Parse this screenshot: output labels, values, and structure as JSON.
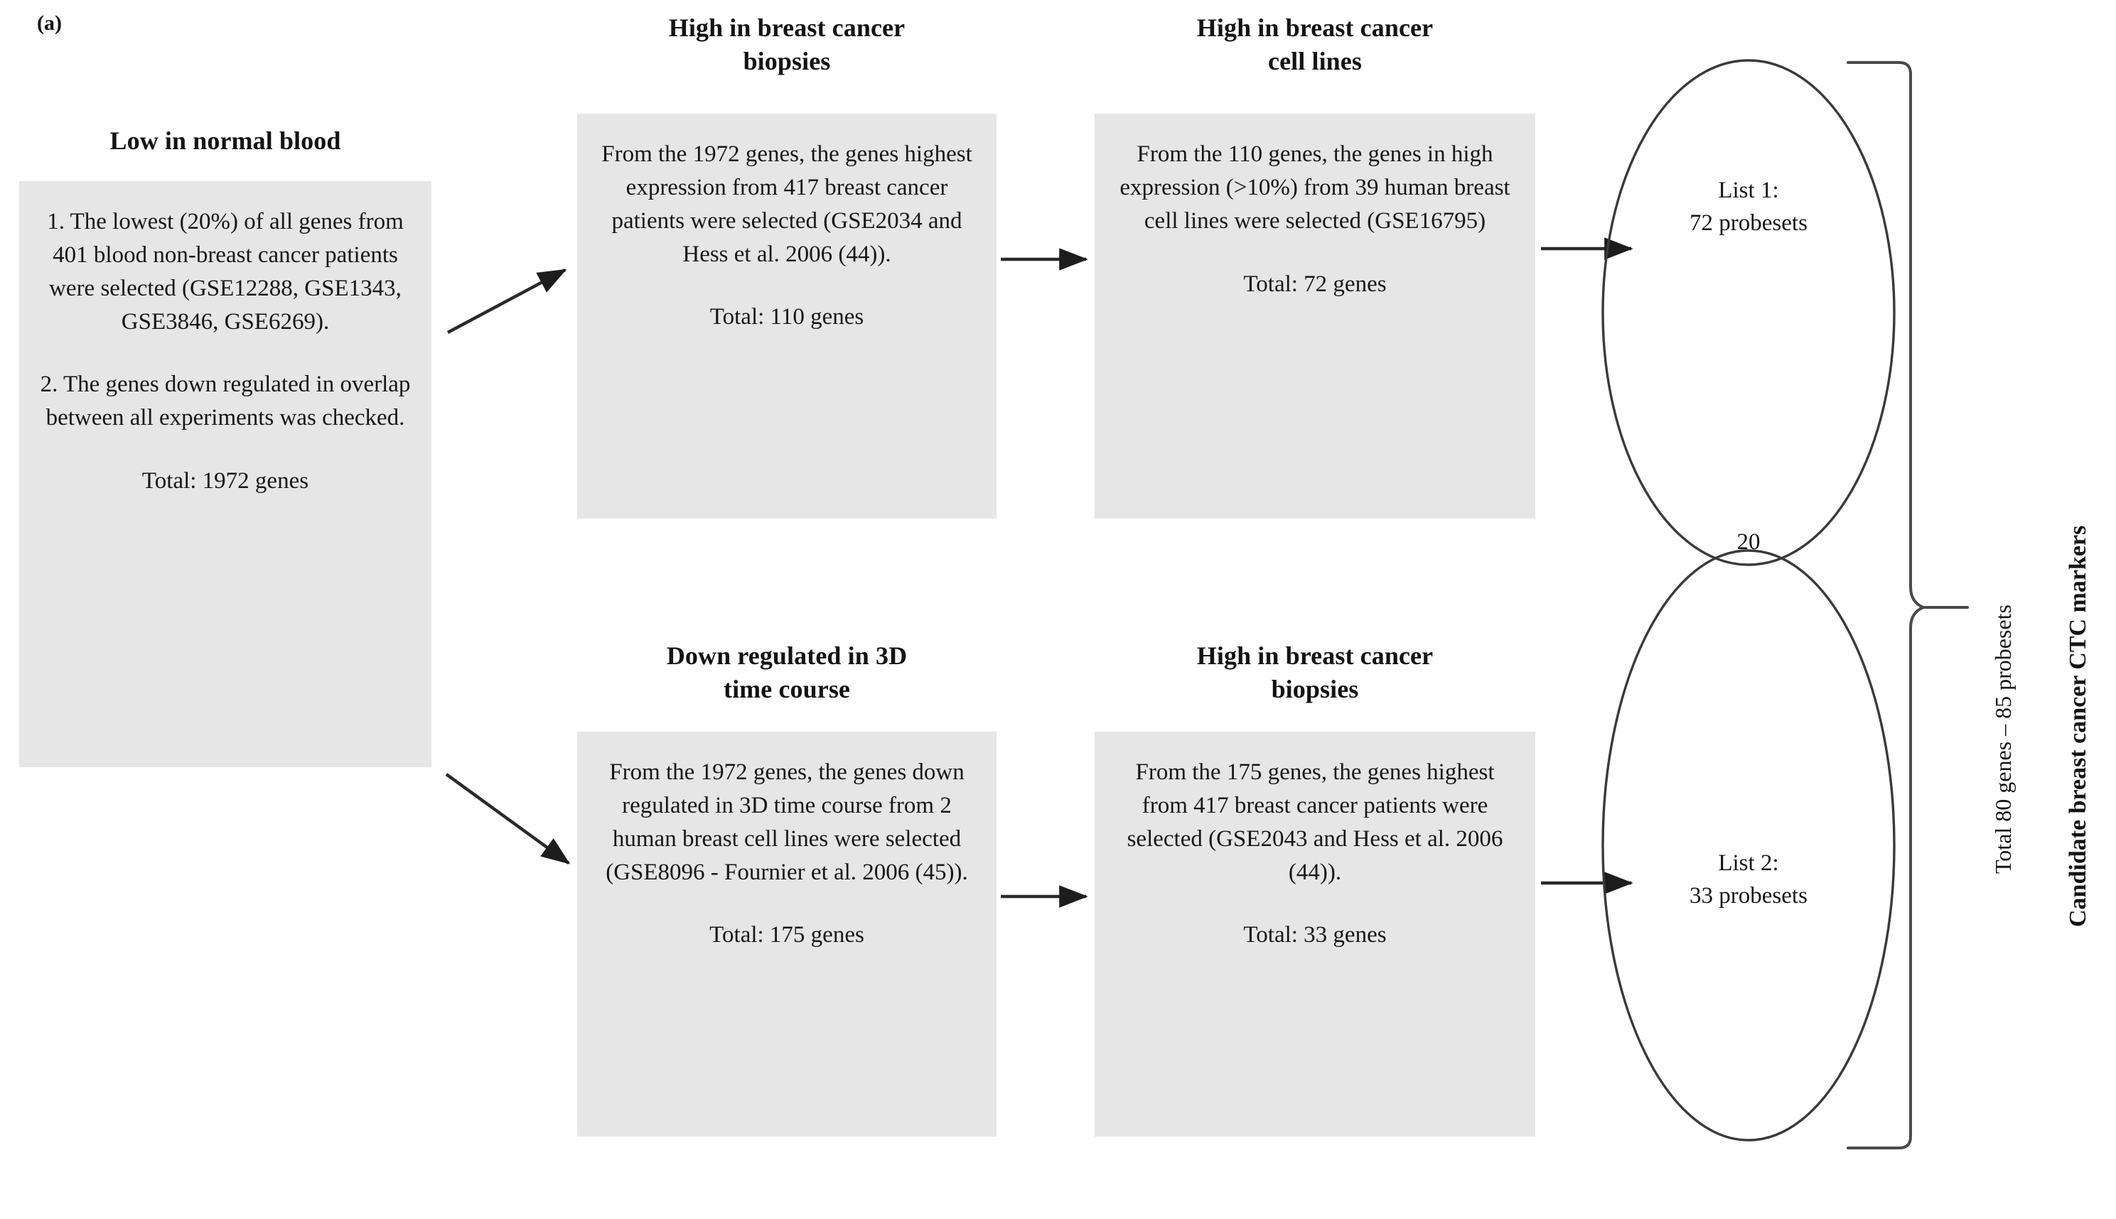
{
  "figure": {
    "panel_label": "(a)"
  },
  "columns": [
    {
      "heading": "Low in normal blood"
    },
    {
      "heading": "High in breast cancer biopsies"
    },
    {
      "heading": "High in breast cancer cell lines"
    },
    {
      "heading": "Down regulated in 3D time course"
    },
    {
      "heading": "High in breast cancer biopsies"
    }
  ],
  "boxes": {
    "blood": {
      "heading": "Low in normal blood",
      "body": "1. The lowest (20%) of all genes from 401 blood non-breast cancer patients were selected (GSE12288, GSE1343, GSE3846, GSE6269).",
      "body2": "2. The genes down regulated in overlap between all experiments was checked.",
      "total": "Total: 1972 genes"
    },
    "biopsies_top": {
      "heading_line1": "High in breast cancer",
      "heading_line2": "biopsies",
      "body": "From the 1972 genes, the genes highest expression from 417 breast cancer patients were selected (GSE2034 and Hess et al. 2006 (44)).",
      "total": "Total: 110 genes"
    },
    "cell_lines": {
      "heading_line1": "High in breast cancer",
      "heading_line2": "cell lines",
      "body": "From the 110 genes, the genes in high expression (>10%) from 39 human breast cell lines were selected (GSE16795)",
      "total": "Total: 72 genes"
    },
    "time_course": {
      "heading_line1": "Down regulated in 3D",
      "heading_line2": "time course",
      "body": "From the 1972 genes, the genes down regulated in 3D time course from 2 human breast cell lines were selected (GSE8096 - Fournier et al. 2006 (45)).",
      "total": "Total: 175 genes"
    },
    "biopsies_bottom": {
      "heading_line1": "High in breast cancer",
      "heading_line2": "biopsies",
      "body": "From the 175 genes, the genes highest from 417 breast cancer patients were selected (GSE2043 and Hess et al. 2006 (44)).",
      "total": "Total: 33 genes"
    }
  },
  "venn": {
    "list1_line1": "List 1:",
    "list1_line2": "72 probesets",
    "overlap": "20",
    "list2_line1": "List 2:",
    "list2_line2": "33 probesets"
  },
  "side_captions": {
    "total": "Total 80 genes – 85 probesets",
    "markers": "Candidate breast cancer CTC markers"
  },
  "colors": {
    "box_fill": "#e6e6e6",
    "stroke": "#3a3a3a",
    "text": "#141414",
    "background": "#ffffff"
  },
  "icons": {
    "arrow": "arrow-right-icon",
    "bracket": "curly-bracket-icon",
    "ellipse": "ellipse-shape-icon"
  }
}
